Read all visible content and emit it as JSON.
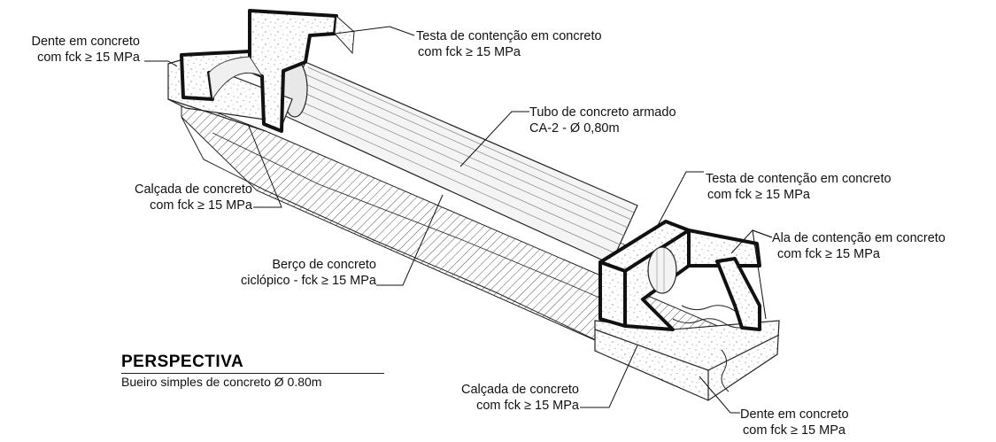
{
  "drawing": {
    "title": "PERSPECTIVA",
    "subtitle": "Bueiro simples de concreto Ø 0.80m"
  },
  "labels": {
    "dente_left": [
      "Dente em concreto",
      "com fck ≥ 15 MPa"
    ],
    "testa_top": [
      "Testa de contenção em concreto",
      "com fck ≥ 15 MPa"
    ],
    "tubo": [
      "Tubo de concreto armado",
      "CA-2 - Ø 0,80m"
    ],
    "calcada_left": [
      "Calçada de concreto",
      "com fck ≥ 15 MPa"
    ],
    "testa_right": [
      "Testa de contenção em concreto",
      "com fck ≥ 15 MPa"
    ],
    "ala": [
      "Ala de contenção em concreto",
      "com fck ≥ 15 MPa"
    ],
    "berco": [
      "Berço de concreto",
      "ciclópico - fck ≥ 15 MPa"
    ],
    "calcada_bottom": [
      "Calçada de concreto",
      "com fck ≥ 15 MPa"
    ],
    "dente_right": [
      "Dente em concreto",
      "com fck ≥ 15 MPa"
    ]
  }
}
